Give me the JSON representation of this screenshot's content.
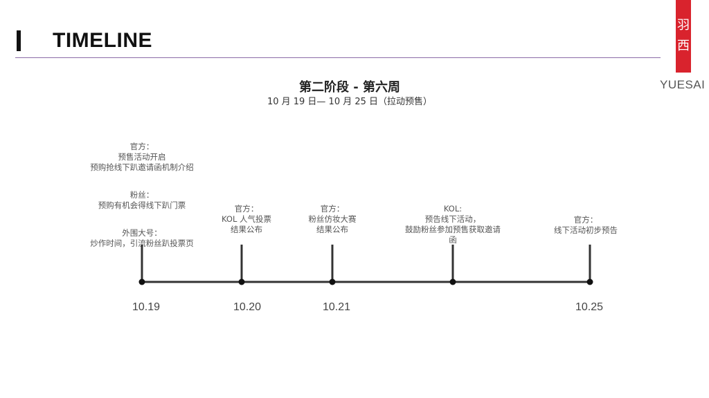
{
  "header": {
    "title": "TIMELINE"
  },
  "logo": {
    "glyph": "羽西",
    "text": "YUESAI"
  },
  "phase": {
    "title": "第二阶段 - 第六周",
    "date_range": "10 月 19 日— 10 月 25 日（拉动预售）"
  },
  "events": [
    {
      "date": "10.19",
      "blocks": [
        {
          "lines": [
            "官方：",
            "预售活动开启",
            "预购抢线下趴邀请函机制介绍"
          ]
        },
        {
          "lines": [
            "粉丝：",
            "预购有机会得线下趴门票"
          ]
        },
        {
          "lines": [
            "外围大号：",
            "炒作时间，引流粉丝趴投票页"
          ]
        }
      ]
    },
    {
      "date": "10.20",
      "blocks": [
        {
          "lines": [
            "官方：",
            "KOL 人气投票",
            "结果公布"
          ]
        }
      ]
    },
    {
      "date": "10.21",
      "blocks": [
        {
          "lines": [
            "官方：",
            "粉丝仿妆大赛",
            "结果公布"
          ]
        }
      ]
    },
    {
      "date": "",
      "blocks": [
        {
          "lines": [
            "KOL:",
            "预告线下活动，",
            "鼓励粉丝参加预售获取邀请",
            "函"
          ]
        }
      ]
    },
    {
      "date": "10.25",
      "blocks": [
        {
          "lines": [
            "官方：",
            "线下活动初步预告"
          ]
        }
      ]
    }
  ],
  "colors": {
    "accent_red": "#d9232d",
    "rule_purple": "#8a6aa6",
    "line": "#333333"
  }
}
